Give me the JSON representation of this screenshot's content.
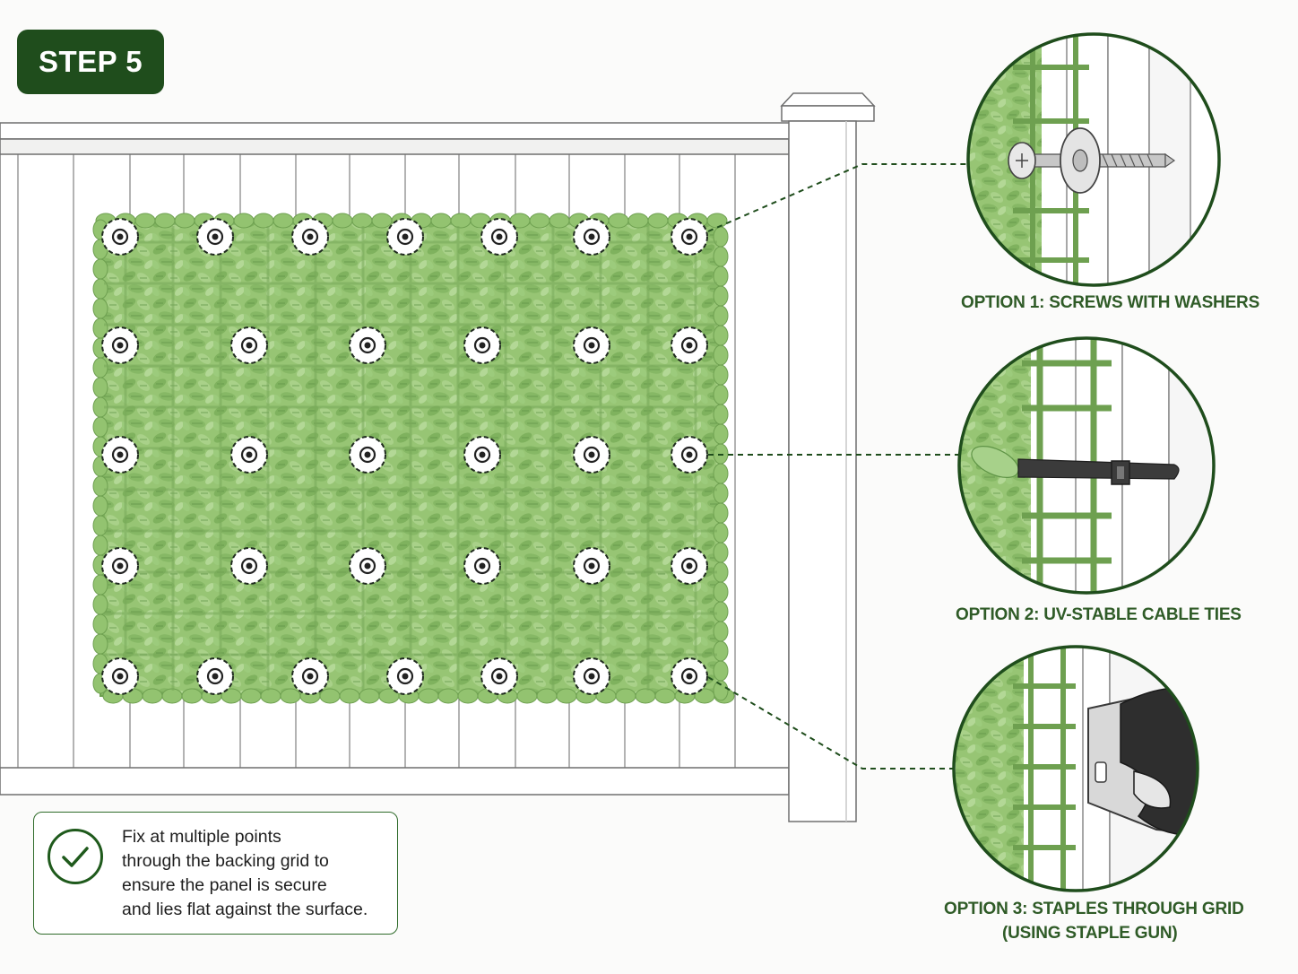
{
  "step": {
    "label": "STEP 5"
  },
  "options": [
    {
      "label": "OPTION 1: SCREWS WITH WASHERS",
      "icon": "screw-washer-icon"
    },
    {
      "label": "OPTION 2: UV-STABLE CABLE TIES",
      "icon": "cable-tie-icon"
    },
    {
      "label_line1": "OPTION 3: STAPLES THROUGH GRID",
      "label_line2": "(USING STAPLE GUN)",
      "icon": "staple-gun-icon"
    }
  ],
  "note": {
    "lines": [
      "Fix at multiple points",
      "through the backing grid to",
      "ensure the panel is secure",
      "and lies flat against the surface."
    ],
    "icon": "checkmark-icon"
  },
  "fixing_points": {
    "rows": [
      {
        "row": 1,
        "count": 7
      },
      {
        "row": 2,
        "count": 6
      },
      {
        "row": 3,
        "count": 6
      },
      {
        "row": 4,
        "count": 6
      },
      {
        "row": 5,
        "count": 7
      }
    ],
    "total": 32
  },
  "colors": {
    "badge": "#1f4d1c",
    "accent_text": "#2f5b27",
    "foliage": "#8fbf6c",
    "foliage_dark": "#5f9446",
    "callout_ring": "#1f4d1c"
  }
}
